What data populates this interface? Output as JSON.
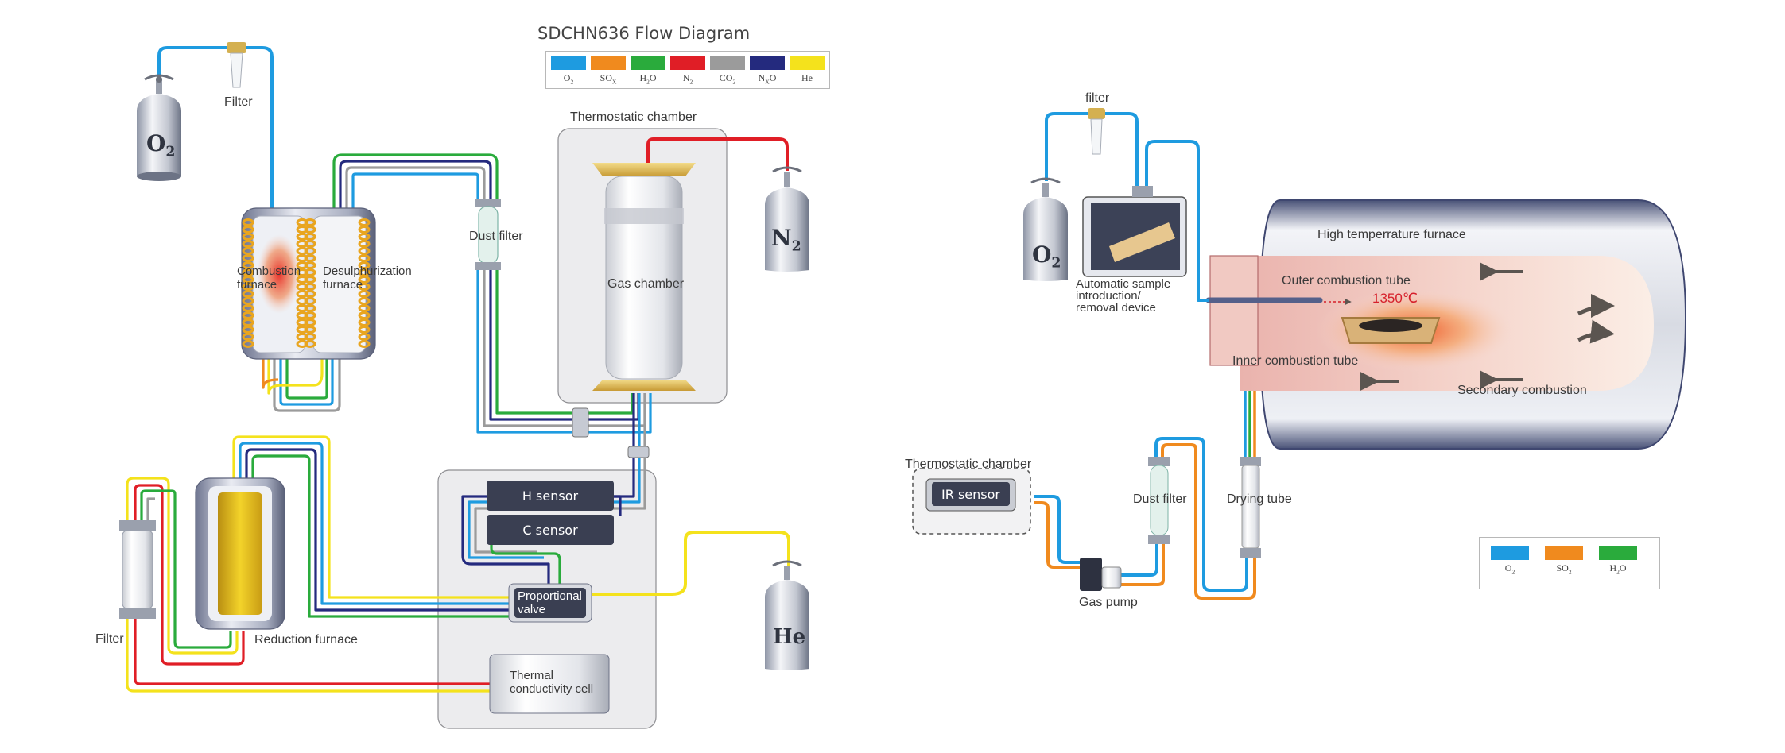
{
  "title": "SDCHN636 Flow Diagram",
  "colors": {
    "o2": "#1e9be0",
    "sox": "#f08a1e",
    "h2o": "#2aab3c",
    "n2": "#e01e26",
    "co2": "#9b9b9b",
    "nxo": "#242a7e",
    "he": "#f4e21c"
  },
  "legend_left": [
    {
      "label": "O",
      "sub": "2",
      "color": "#1e9be0"
    },
    {
      "label": "SO",
      "sub": "X",
      "color": "#f08a1e"
    },
    {
      "label": "H",
      "sub": "2",
      "after": "O",
      "color": "#2aab3c"
    },
    {
      "label": "N",
      "sub": "2",
      "color": "#e01e26"
    },
    {
      "label": "CO",
      "sub": "2",
      "color": "#9b9b9b"
    },
    {
      "label": "N",
      "sub": "X",
      "after": "O",
      "color": "#242a7e"
    },
    {
      "label": "He",
      "sub": "",
      "color": "#f4e21c"
    }
  ],
  "legend_right": [
    {
      "label": "O",
      "sub": "2",
      "color": "#1e9be0"
    },
    {
      "label": "SO",
      "sub": "2",
      "color": "#f08a1e"
    },
    {
      "label": "H",
      "sub": "2",
      "after": "O",
      "color": "#2aab3c"
    }
  ],
  "left": {
    "filter_top": "Filter",
    "tank_o2": {
      "main": "O",
      "sub": "2"
    },
    "tank_n2": {
      "main": "N",
      "sub": "2"
    },
    "tank_he": {
      "main": "He",
      "sub": ""
    },
    "thermostatic_chamber": "Thermostatic chamber",
    "dust_filter": "Dust filter",
    "gas_chamber": "Gas chamber",
    "combustion_furnace": "Combustion\nfurnace",
    "desulphurization_furnace": "Desulphurization\nfurnace",
    "h_sensor": "H sensor",
    "c_sensor": "C sensor",
    "proportional_valve": "Proportional\nvalve",
    "thermal_conductivity_cell": "Thermal\nconductivity cell",
    "filter_bottom": "Filter",
    "reduction_furnace": "Reduction furnace"
  },
  "right": {
    "filter": "filter",
    "tank_o2": {
      "main": "O",
      "sub": "2"
    },
    "auto_sample": "Automatic sample\nintroduction/\nremoval device",
    "high_temp_furnace": "High temperrature furnace",
    "outer_tube": "Outer combustion tube",
    "temperature": "1350℃",
    "inner_tube": "Inner combustion tube",
    "secondary_combustion": "Secondary combustion",
    "thermostatic_chamber": "Thermostatic chamber",
    "ir_sensor": "IR sensor",
    "dust_filter": "Dust filter",
    "drying_tube": "Drying tube",
    "gas_pump": "Gas pump"
  }
}
